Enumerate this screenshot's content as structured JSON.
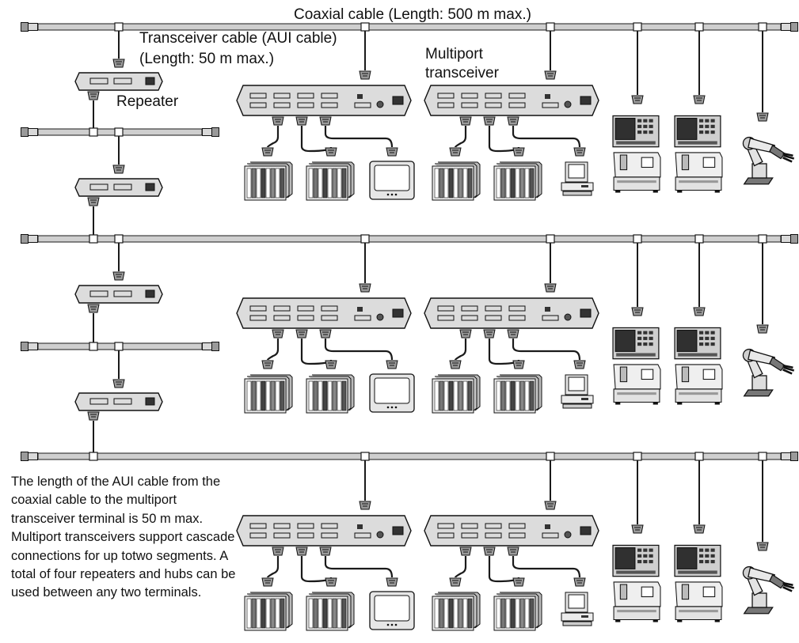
{
  "labels": {
    "coax": "Coaxial cable (Length: 500 m max.)",
    "aui_1": "Transceiver cable (AUI cable)",
    "aui_2": "(Length: 50 m max.)",
    "repeater": "Repeater",
    "mpt_1": "Multiport",
    "mpt_2": "transceiver"
  },
  "note": "The length of the AUI cable from the coaxial cable to the multiport transceiver terminal is 50 m max. Multiport transceivers support cascade connections for up totwo segments. A total of four repeaters and hubs can be used between any two terminals.",
  "colors": {
    "cable": "#cfcfcf",
    "device": "#dcdcdc",
    "screen": "#303030",
    "line": "#1a1a1a"
  },
  "icons": {
    "terminal": "coax-terminator-icon",
    "tap": "coax-tap-icon",
    "connector": "aui-connector-icon",
    "repeater": "repeater-icon",
    "multiport": "multiport-transceiver-icon",
    "plc": "plc-rack-icon",
    "monitor": "crt-monitor-icon",
    "pc": "desktop-pc-icon",
    "cnc": "cnc-machine-icon",
    "robot": "robot-arm-icon"
  }
}
